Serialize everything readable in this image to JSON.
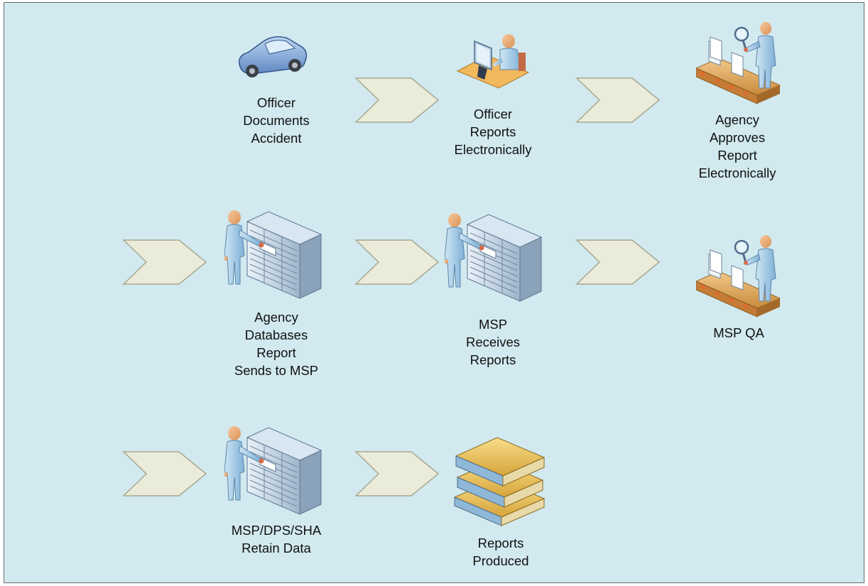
{
  "steps": {
    "officer_documents": "Officer\nDocuments\nAccident",
    "officer_reports": "Officer\nReports\nElectronically",
    "agency_approves": "Agency\nApproves\nReport\nElectronically",
    "agency_databases": "Agency\nDatabases\nReport\nSends to MSP",
    "msp_receives": "MSP\nReceives\nReports",
    "msp_qa": "MSP QA",
    "retain_data": "MSP/DPS/SHA\nRetain Data",
    "reports_produced": "Reports\nProduced"
  },
  "icons": {
    "officer_documents": "car-icon",
    "officer_reports": "person-at-computer-icon",
    "agency_approves": "inspector-conveyor-icon",
    "agency_databases": "person-server-rack-icon",
    "msp_receives": "person-server-rack-icon",
    "msp_qa": "inspector-conveyor-icon",
    "retain_data": "person-server-rack-icon",
    "reports_produced": "stacked-books-icon"
  },
  "colors": {
    "background": "#d1e9ef",
    "arrow_fill": "#ebebd9",
    "arrow_stroke": "#a8a890"
  }
}
